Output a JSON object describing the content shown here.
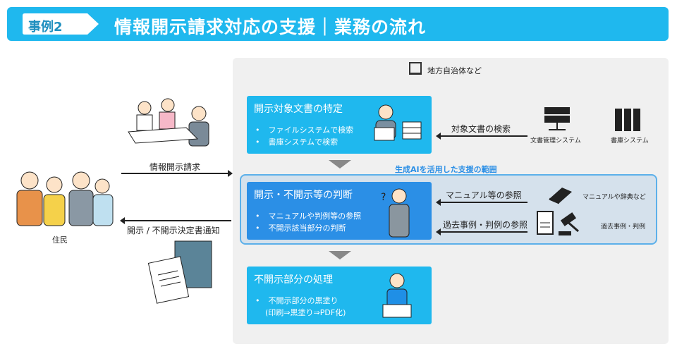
{
  "header": {
    "badge": "事例2",
    "title": "情報開示請求対応の支援｜業務の流れ"
  },
  "org": {
    "label": "地方自治体など"
  },
  "ai_scope_label": "生成AIを活用した支援の範囲",
  "steps": [
    {
      "title": "開示対象文書の特定",
      "bullets": [
        "ファイルシステムで検索",
        "書庫システムで検索"
      ]
    },
    {
      "title": "開示・不開示等の判断",
      "bullets": [
        "マニュアルや判例等の参照",
        "不開示該当部分の判断"
      ]
    },
    {
      "title": "不開示部分の処理",
      "bullets": [
        "不開示部分の黒塗り",
        "(印刷⇒黒塗り⇒PDF化)"
      ]
    }
  ],
  "flows": {
    "search": "対象文書の検索",
    "manual": "マニュアル等の参照",
    "cases": "過去事例・判例の参照",
    "request": "情報開示請求",
    "notice": "開示 / 不開示決定書通知"
  },
  "sources": {
    "doc_system": "文書管理システム",
    "archive_system": "書庫システム",
    "manuals": "マニュアルや辞典など",
    "cases": "過去事例・判例"
  },
  "resident": "住民"
}
